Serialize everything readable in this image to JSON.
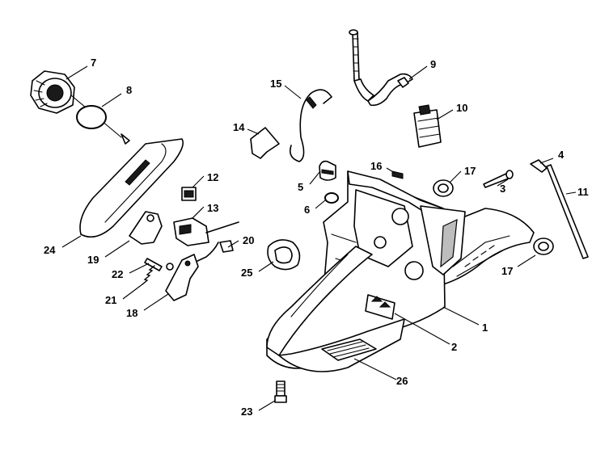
{
  "callouts": [
    {
      "id": "1",
      "label": "1"
    },
    {
      "id": "2",
      "label": "2"
    },
    {
      "id": "3",
      "label": "3"
    },
    {
      "id": "4",
      "label": "4"
    },
    {
      "id": "5",
      "label": "5"
    },
    {
      "id": "6",
      "label": "6"
    },
    {
      "id": "7",
      "label": "7"
    },
    {
      "id": "8",
      "label": "8"
    },
    {
      "id": "9",
      "label": "9"
    },
    {
      "id": "10",
      "label": "10"
    },
    {
      "id": "11",
      "label": "11"
    },
    {
      "id": "12",
      "label": "12"
    },
    {
      "id": "13",
      "label": "13"
    },
    {
      "id": "14",
      "label": "14"
    },
    {
      "id": "15",
      "label": "15"
    },
    {
      "id": "16",
      "label": "16"
    },
    {
      "id": "17a",
      "label": "17"
    },
    {
      "id": "17b",
      "label": "17"
    },
    {
      "id": "18",
      "label": "18"
    },
    {
      "id": "19",
      "label": "19"
    },
    {
      "id": "20",
      "label": "20"
    },
    {
      "id": "21",
      "label": "21"
    },
    {
      "id": "22",
      "label": "22"
    },
    {
      "id": "23",
      "label": "23"
    },
    {
      "id": "24",
      "label": "24"
    },
    {
      "id": "25",
      "label": "25"
    },
    {
      "id": "26",
      "label": "26"
    }
  ]
}
